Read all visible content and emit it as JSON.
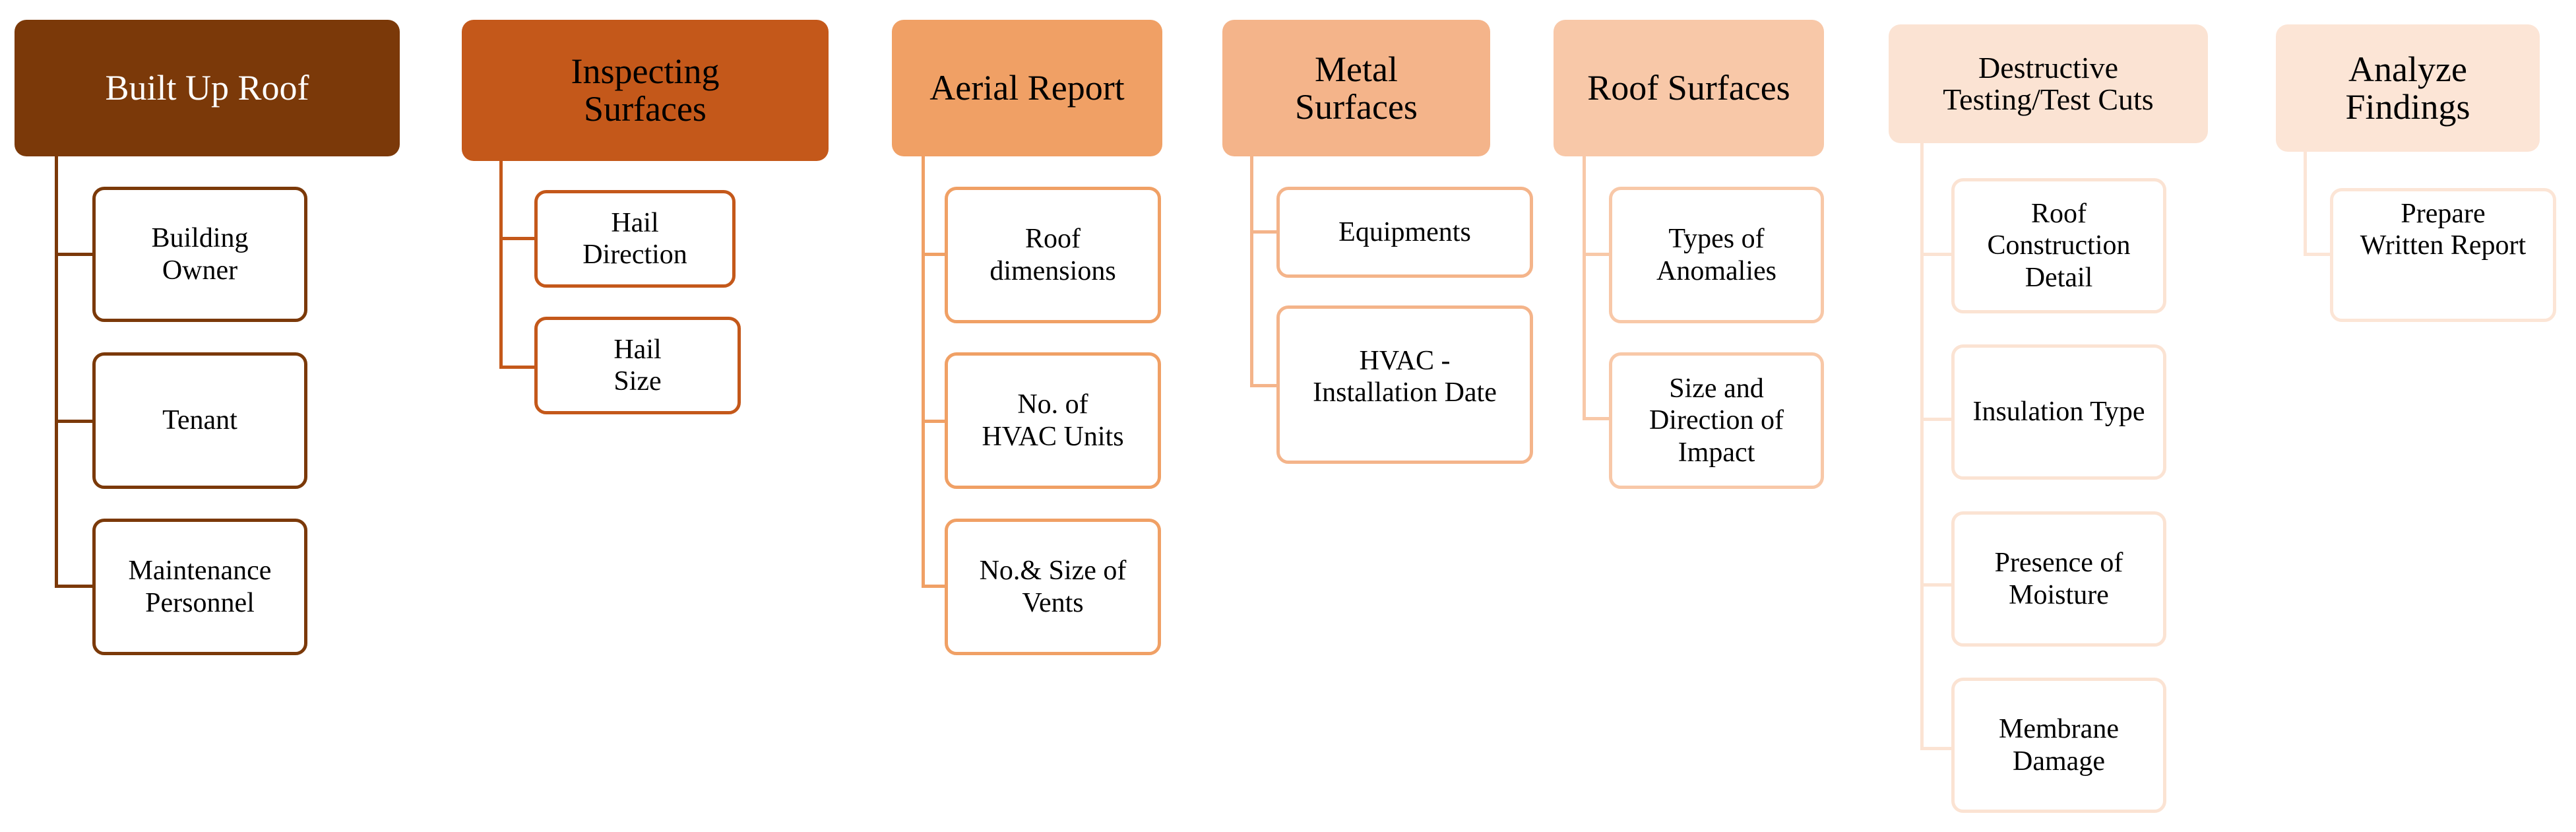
{
  "columns": [
    {
      "title": "Built Up Roof",
      "color": "#7b3909",
      "items": [
        "Building\nOwner",
        "Tenant",
        "Maintenance\nPersonnel"
      ]
    },
    {
      "title": "Inspecting\nSurfaces",
      "color": "#c4581a",
      "items": [
        "Hail\nDirection",
        "Hail\nSize"
      ]
    },
    {
      "title": "Aerial Report",
      "color": "#f0a065",
      "items": [
        "Roof\ndimensions",
        "No. of\nHVAC Units",
        "No.& Size of\nVents"
      ]
    },
    {
      "title": "Metal\nSurfaces",
      "color": "#f4b48a",
      "items": [
        "Equipments",
        "HVAC -\nInstallation Date"
      ]
    },
    {
      "title": "Roof Surfaces",
      "color": "#f8c8a8",
      "items": [
        "Types of\nAnomalies",
        "Size and\nDirection of\nImpact"
      ]
    },
    {
      "title": "Destructive\nTesting/Test Cuts",
      "color": "#fbe3d3",
      "items": [
        "Roof\nConstruction\nDetail",
        "Insulation Type",
        "Presence of\nMoisture",
        "Membrane\nDamage"
      ]
    },
    {
      "title": "Analyze\nFindings",
      "color": "#fce5d6",
      "items": [
        "Prepare\nWritten Report"
      ]
    }
  ]
}
